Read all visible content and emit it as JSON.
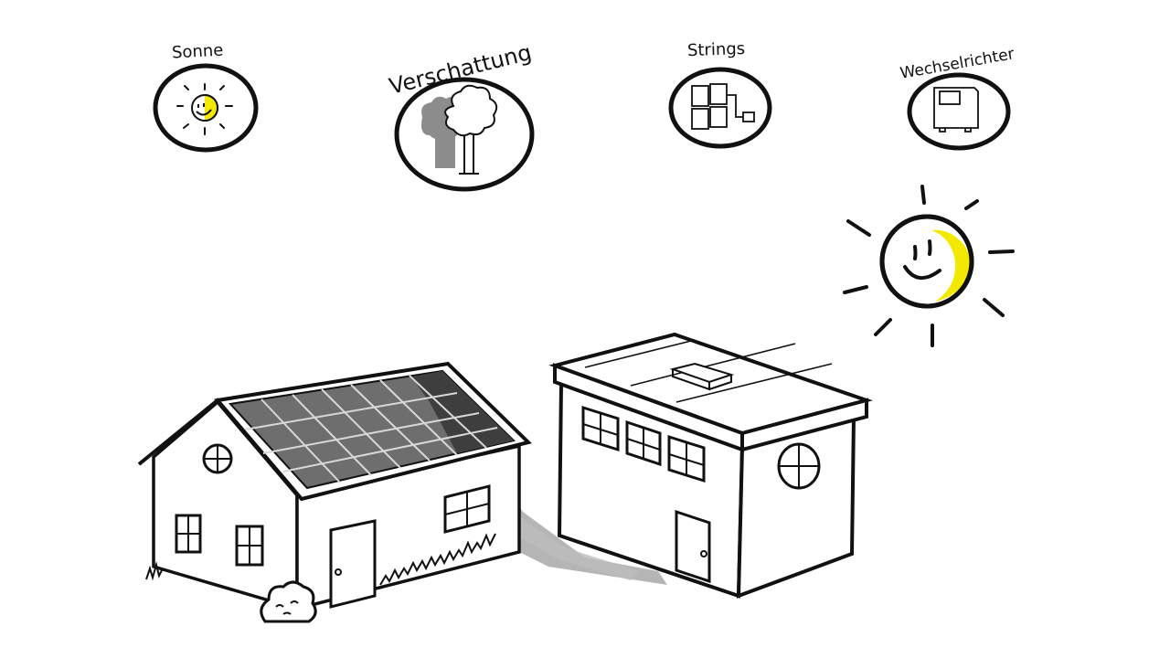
{
  "topics": [
    {
      "id": "sonne",
      "label": "Sonne",
      "icon": "sun-icon"
    },
    {
      "id": "verschattung",
      "label": "Verschattung",
      "icon": "tree-icon"
    },
    {
      "id": "strings",
      "label": "Strings",
      "icon": "solar-string-icon"
    },
    {
      "id": "wechselrichter",
      "label": "Wechselrichter",
      "icon": "inverter-icon"
    }
  ],
  "colors": {
    "ink": "#111111",
    "sun_yellow": "#f3e800",
    "panel_fill": "#6e6e6e",
    "panel_shadow": "#3e3e3e",
    "shadow": "#9a9a9a"
  }
}
